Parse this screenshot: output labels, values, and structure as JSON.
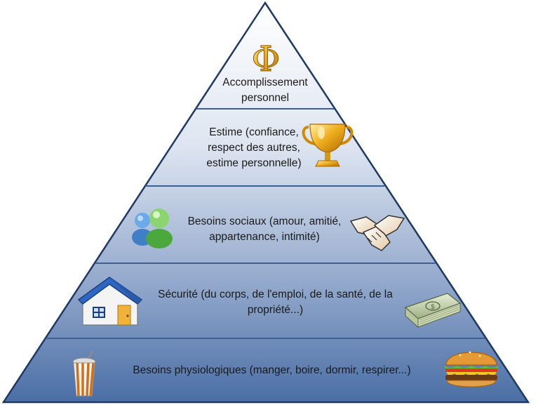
{
  "levels": [
    {
      "id": "accomplissement",
      "lines": [
        "Accomplissement",
        "personnel"
      ],
      "icons": [
        "phi-icon"
      ]
    },
    {
      "id": "estime",
      "lines": [
        "Estime (confiance,",
        "respect des autres,",
        "estime personnelle)"
      ],
      "icons": [
        "trophy-icon"
      ]
    },
    {
      "id": "sociaux",
      "lines": [
        "Besoins sociaux (amour, amitié,",
        "appartenance, intimité)"
      ],
      "icons": [
        "people-icon",
        "handshake-icon"
      ]
    },
    {
      "id": "securite",
      "lines": [
        "Sécurité (du corps, de l'emploi, de la santé, de la",
        "propriété...)"
      ],
      "icons": [
        "house-icon",
        "money-icon"
      ]
    },
    {
      "id": "physiologiques",
      "lines": [
        "Besoins physiologiques (manger, boire, dormir, respirer...)"
      ],
      "icons": [
        "drink-cup-icon",
        "burger-icon"
      ]
    }
  ],
  "colors": {
    "pyramid_top": "#ffffff",
    "pyramid_bottom": "#4a6ea5",
    "outline": "#1f3864",
    "divider": "#3f5f94"
  }
}
